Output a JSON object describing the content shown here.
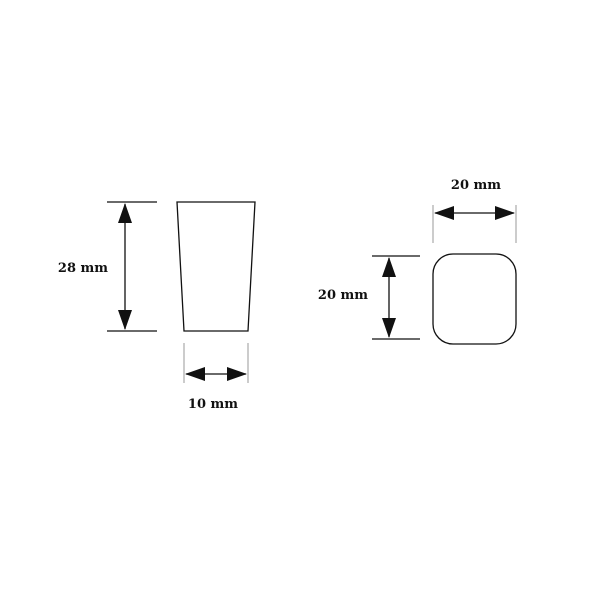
{
  "side_view": {
    "height_label": "28 mm",
    "bottom_width_label": "10 mm"
  },
  "top_view": {
    "width_label": "20 mm",
    "depth_label": "20 mm"
  },
  "colors": {
    "line": "#111111",
    "background": "#ffffff"
  }
}
